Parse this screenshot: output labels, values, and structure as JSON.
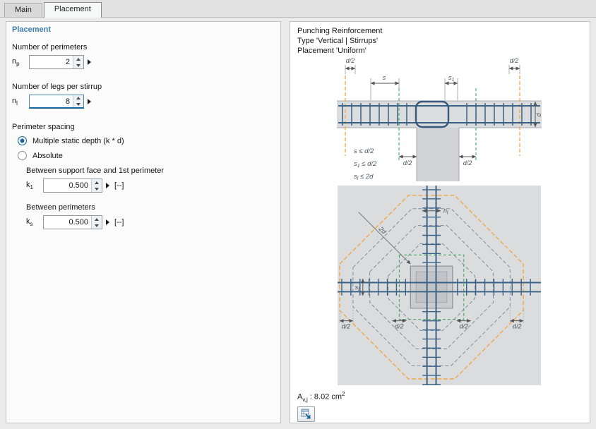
{
  "tabs": {
    "main": "Main",
    "placement": "Placement"
  },
  "placement": {
    "title": "Placement",
    "perimeters": {
      "label": "Number of perimeters",
      "sym": "n",
      "sym_sub": "p",
      "value": "2"
    },
    "legs": {
      "label": "Number of legs per stirrup",
      "sym": "n",
      "sym_sub": "l",
      "value": "8"
    },
    "spacing": {
      "label": "Perimeter spacing",
      "option_multiple": "Multiple static depth (k * d)",
      "option_absolute": "Absolute",
      "k1": {
        "label": "Between support face and 1st perimeter",
        "sym": "k",
        "sym_sub": "1",
        "value": "0.500",
        "unit": "[--]"
      },
      "ks": {
        "label": "Between perimeters",
        "sym": "k",
        "sym_sub": "s",
        "value": "0.500",
        "unit": "[--]"
      }
    }
  },
  "preview": {
    "header_line1": "Punching Reinforcement",
    "header_line2": "Type 'Vertical | Stirrups'",
    "header_line3": "Placement 'Uniform'",
    "result": {
      "sym": "A",
      "sym_sub": "v,j",
      "text": " : 8.02 cm",
      "sup": "2"
    },
    "diagram1": {
      "d2": "d/2",
      "s": "s",
      "s1_base": "s",
      "s1_sub": "1",
      "d": "d",
      "cond_s": "s  ≤ d/2",
      "cond_s1_base": "s",
      "cond_s1_sub": "1",
      "cond_s1_rest": " ≤ d/2",
      "cond_sl_base": "s",
      "cond_sl_sub": "l",
      "cond_sl_rest": " ≤ 2d"
    },
    "diagram2": {
      "d2": "d/2",
      "nl_base": "n",
      "nl_sub": "l",
      "sl_base": "s",
      "sl_sub": "l",
      "diag": "2d"
    }
  },
  "colors": {
    "accent_blue": "#1464a0",
    "title_blue": "#3d7dad",
    "rebar_blue": "#3a6286",
    "perimeter_orange": "#f2a33c",
    "control_green": "#41a85f",
    "slab_gray": "#dbdcde"
  }
}
